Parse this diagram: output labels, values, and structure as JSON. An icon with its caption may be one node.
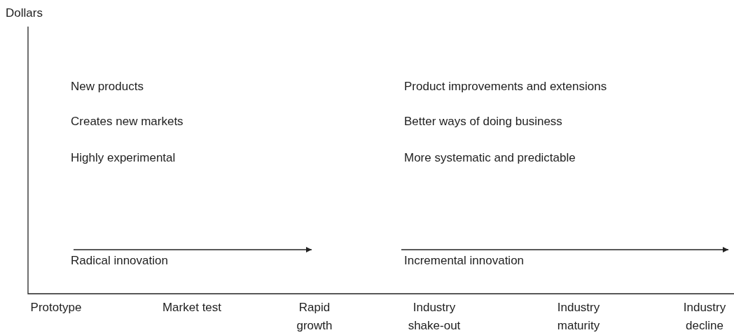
{
  "diagram": {
    "labels": [
      "Dollars",
      "New products",
      "Product improvements and extensions",
      "Creates new markets",
      "Better ways of doing business",
      "Highly experimental",
      "More systematic and predictable",
      "Radical innovation",
      "Incremental innovation",
      "Prototype",
      "Market test",
      "Rapid growth",
      "Industry shake-out",
      "Industry maturity",
      "Industry decline"
    ]
  }
}
